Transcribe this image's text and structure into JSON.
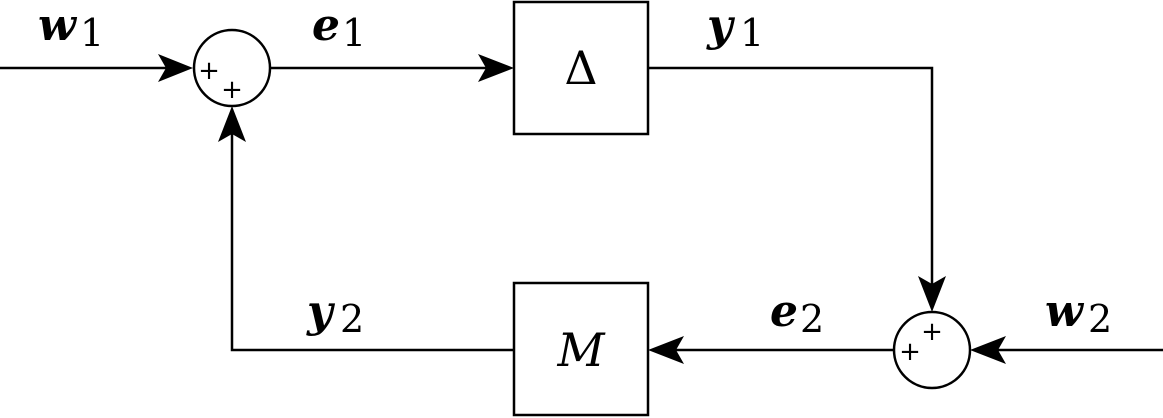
{
  "signals": {
    "w1": {
      "main": "w",
      "sub": "1"
    },
    "e1": {
      "main": "e",
      "sub": "1"
    },
    "y1": {
      "main": "y",
      "sub": "1"
    },
    "w2": {
      "main": "w",
      "sub": "2"
    },
    "e2": {
      "main": "e",
      "sub": "2"
    },
    "y2": {
      "main": "y",
      "sub": "2"
    }
  },
  "blocks": {
    "delta": {
      "label": "Δ"
    },
    "m": {
      "label": "M"
    }
  },
  "junctions": {
    "top": {
      "sign_left": "+",
      "sign_bottom": "+"
    },
    "bottom": {
      "sign_top": "+",
      "sign_left": "+"
    }
  }
}
